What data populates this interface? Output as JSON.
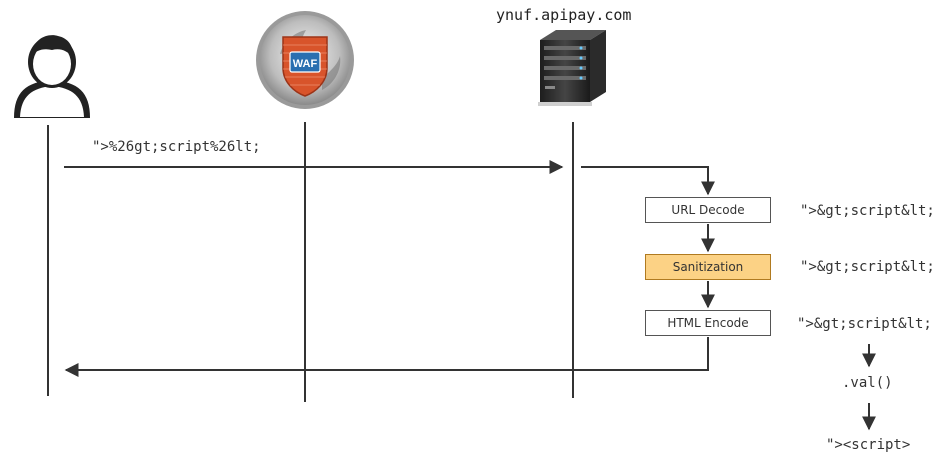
{
  "actors": {
    "user": {
      "icon": "user-icon"
    },
    "waf": {
      "icon": "waf-shield-icon",
      "badge": "WAF"
    },
    "server": {
      "icon": "server-icon",
      "host": "ynuf.apipay.com"
    }
  },
  "request": {
    "payload": "\">%26gt;script%26lt;"
  },
  "steps": [
    {
      "label": "URL Decode",
      "output": "\">&gt;script&lt;"
    },
    {
      "label": "Sanitization",
      "output": "\">&gt;script&lt;",
      "highlighted": true
    },
    {
      "label": "HTML Encode",
      "output": "\">&gt;script&lt;"
    }
  ],
  "client": {
    "method": ".val()",
    "result": "\"><script>"
  },
  "colors": {
    "line": "#333333",
    "highlight": "#fcd285",
    "waf_red": "#d8542b",
    "waf_blue": "#2a6fb0"
  }
}
